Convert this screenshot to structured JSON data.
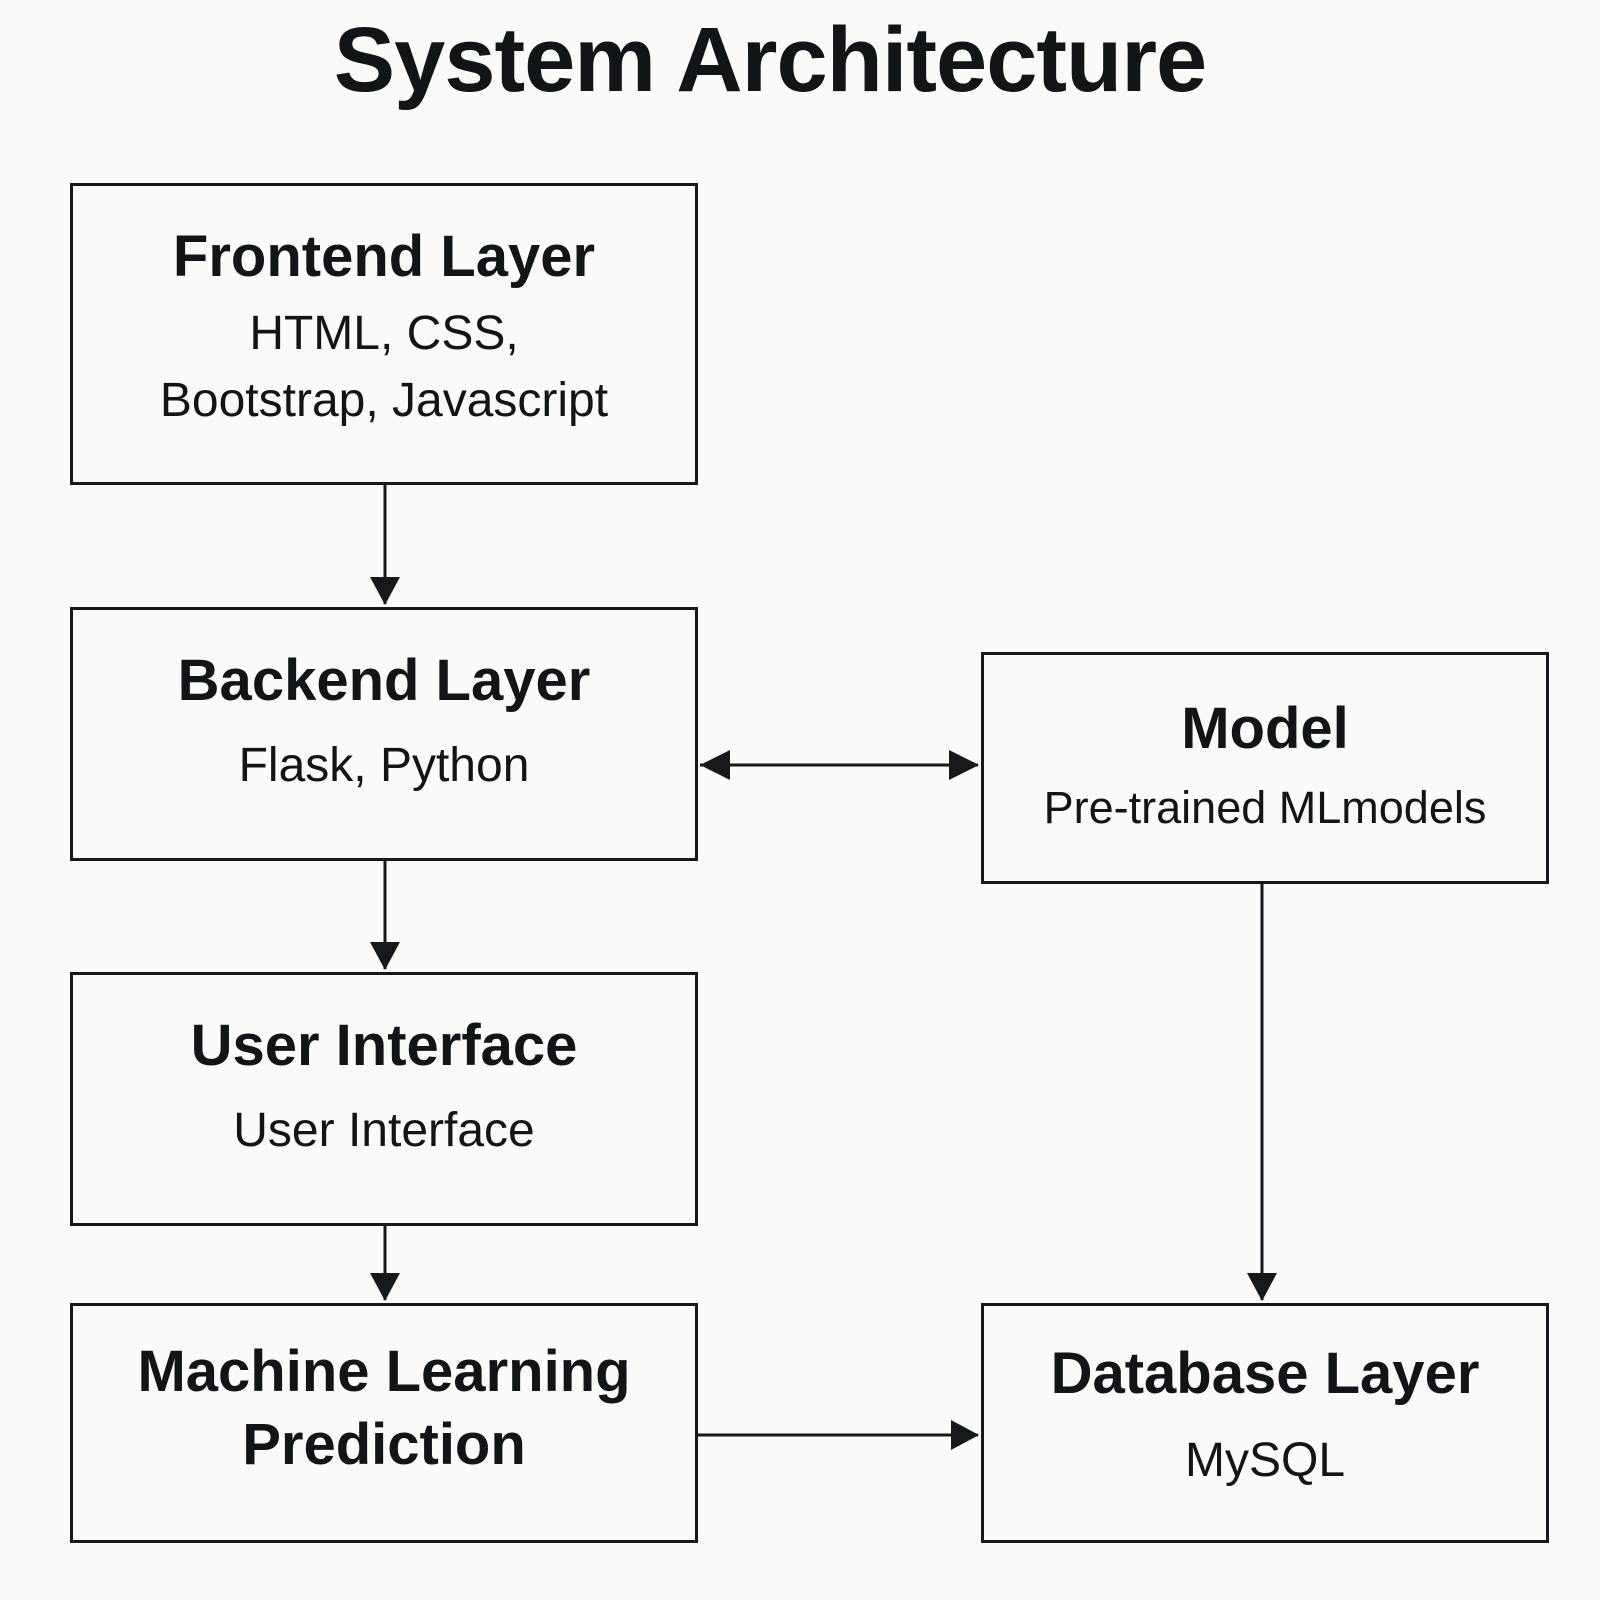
{
  "title": "System Architecture",
  "nodes": {
    "frontend": {
      "title": "Frontend Layer",
      "sub_lines": [
        "HTML, CSS,",
        "Bootstrap, Javascript"
      ]
    },
    "backend": {
      "title": "Backend Layer",
      "sub": "Flask, Python"
    },
    "ui": {
      "title": "User Interface",
      "sub": "User Interface"
    },
    "ml": {
      "title_lines": [
        "Machine Learning",
        "Prediction"
      ]
    },
    "model": {
      "title": "Model",
      "sub": "Pre-trained MLmodels"
    },
    "database": {
      "title": "Database Layer",
      "sub": "MySQL"
    }
  },
  "edges": [
    {
      "from": "frontend",
      "to": "backend",
      "type": "directed"
    },
    {
      "from": "backend",
      "to": "model",
      "type": "bidirectional"
    },
    {
      "from": "backend",
      "to": "ui",
      "type": "directed"
    },
    {
      "from": "ui",
      "to": "ml",
      "type": "directed"
    },
    {
      "from": "model",
      "to": "database",
      "type": "directed"
    },
    {
      "from": "ml",
      "to": "database",
      "type": "directed"
    }
  ]
}
